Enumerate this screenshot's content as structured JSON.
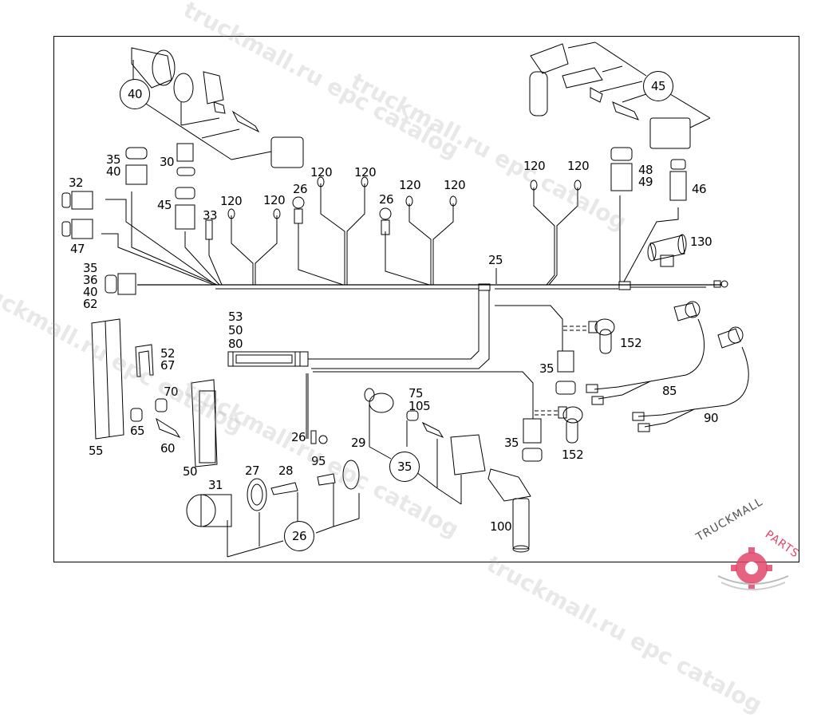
{
  "diagram": {
    "title": "Engine wiring harness exploded parts diagram",
    "part_labels": [
      {
        "id": "p40a",
        "text": "40",
        "callout": true
      },
      {
        "id": "p45a",
        "text": "45",
        "callout": true
      },
      {
        "id": "p35_40a",
        "text": "35\n40"
      },
      {
        "id": "p30",
        "text": "30"
      },
      {
        "id": "p32",
        "text": "32"
      },
      {
        "id": "p45b",
        "text": "45"
      },
      {
        "id": "p33",
        "text": "33"
      },
      {
        "id": "p47",
        "text": "47"
      },
      {
        "id": "p120a",
        "text": "120"
      },
      {
        "id": "p120b",
        "text": "120"
      },
      {
        "id": "p26a",
        "text": "26"
      },
      {
        "id": "p120c",
        "text": "120"
      },
      {
        "id": "p120d",
        "text": "120"
      },
      {
        "id": "p26b",
        "text": "26"
      },
      {
        "id": "p120e",
        "text": "120"
      },
      {
        "id": "p120f",
        "text": "120"
      },
      {
        "id": "p120g",
        "text": "120"
      },
      {
        "id": "p120h",
        "text": "120"
      },
      {
        "id": "p48_49",
        "text": "48\n49"
      },
      {
        "id": "p46",
        "text": "46"
      },
      {
        "id": "p130",
        "text": "130"
      },
      {
        "id": "p25",
        "text": "25"
      },
      {
        "id": "p35_36_40_62",
        "text": "35\n36\n40\n62"
      },
      {
        "id": "p53_50_80",
        "text": "53\n50\n80"
      },
      {
        "id": "p52_67",
        "text": "52\n67"
      },
      {
        "id": "p55",
        "text": "55"
      },
      {
        "id": "p70",
        "text": "70"
      },
      {
        "id": "p65",
        "text": "65"
      },
      {
        "id": "p60",
        "text": "60"
      },
      {
        "id": "p50",
        "text": "50"
      },
      {
        "id": "p26c",
        "text": "26"
      },
      {
        "id": "p31",
        "text": "31"
      },
      {
        "id": "p27",
        "text": "27"
      },
      {
        "id": "p28",
        "text": "28"
      },
      {
        "id": "p95",
        "text": "95"
      },
      {
        "id": "p29",
        "text": "29"
      },
      {
        "id": "p26d",
        "text": "26",
        "callout": true
      },
      {
        "id": "p75_105",
        "text": "75\n105"
      },
      {
        "id": "p35c",
        "text": "35",
        "callout": true
      },
      {
        "id": "p35d",
        "text": "35"
      },
      {
        "id": "p35e",
        "text": "35"
      },
      {
        "id": "p152a",
        "text": "152"
      },
      {
        "id": "p152b",
        "text": "152"
      },
      {
        "id": "p85",
        "text": "85"
      },
      {
        "id": "p90",
        "text": "90"
      },
      {
        "id": "p100",
        "text": "100"
      }
    ]
  },
  "watermarks": [
    "truckmall.ru epc catalog",
    "truckmall.ru epc catalog",
    "truckmall.ru epc catalog",
    "truckmall.ru epc catalog",
    "truckmall.ru epc catalog"
  ],
  "logo": {
    "text_a": "TRUCKMALL",
    "text_b": "PARTS",
    "accent_color": "#e0486a",
    "text_color": "#555555"
  }
}
